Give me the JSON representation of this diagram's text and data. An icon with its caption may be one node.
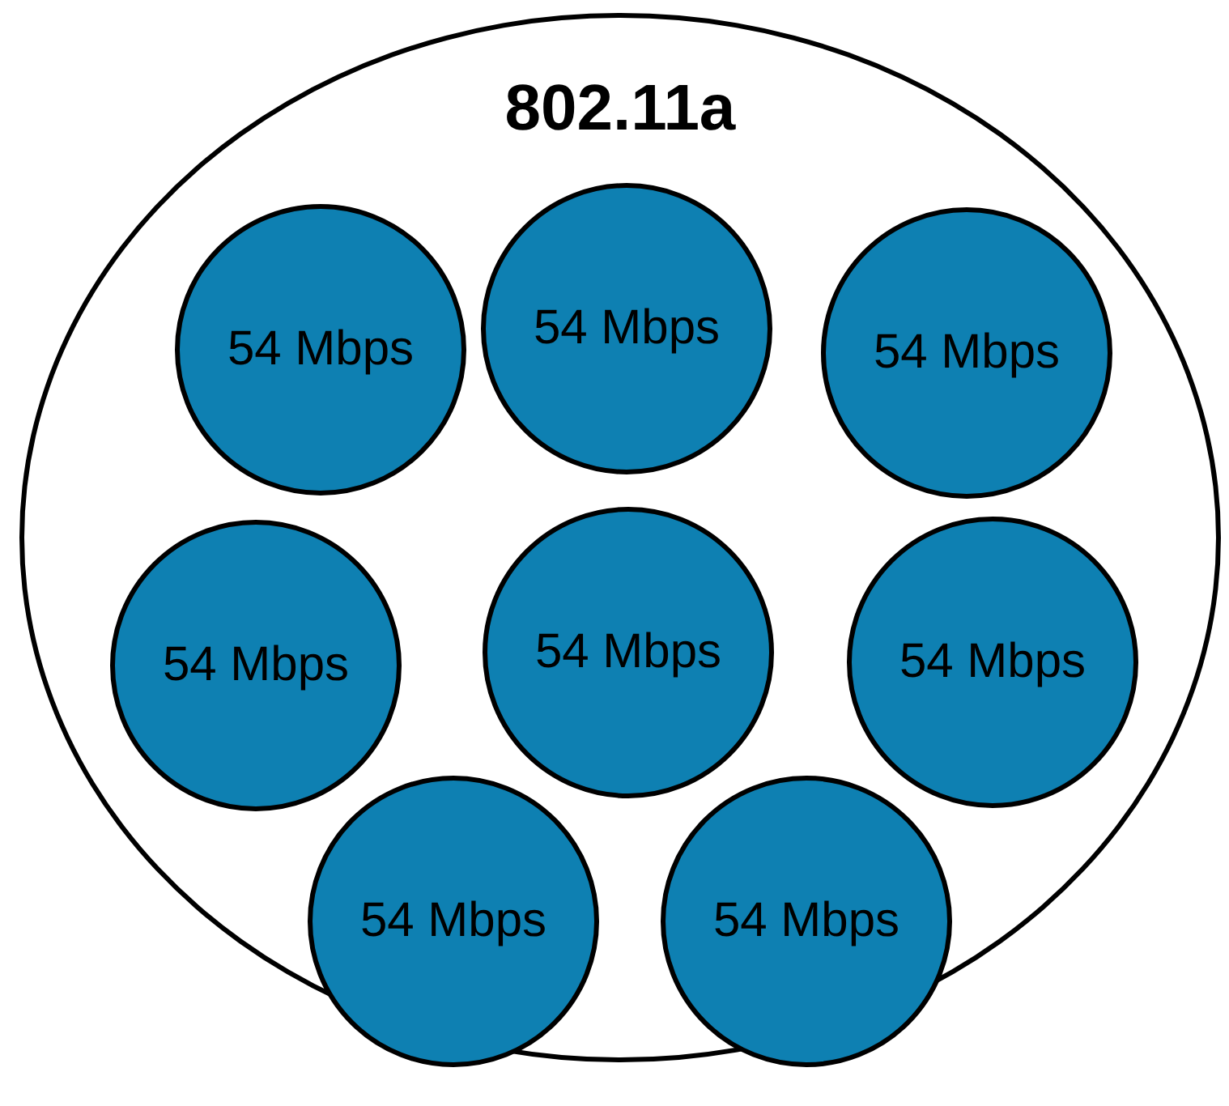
{
  "diagram": {
    "nodes": [
      {
        "text": [
          "802.11a"
        ]
      },
      {
        "text": [
          "54 Mbps"
        ],
        "in": 0
      },
      {
        "text": [
          "54 Mbps"
        ],
        "in": 0
      },
      {
        "text": [
          "54 Mbps"
        ],
        "in": 0
      },
      {
        "text": [
          "54 Mbps"
        ],
        "in": 0
      },
      {
        "text": [
          "54 Mbps"
        ],
        "in": 0
      },
      {
        "text": [
          "54 Mbps"
        ],
        "in": 0
      },
      {
        "text": [
          "54 Mbps"
        ],
        "in": 0
      },
      {
        "text": [
          "54 Mbps"
        ],
        "in": 0
      }
    ]
  }
}
